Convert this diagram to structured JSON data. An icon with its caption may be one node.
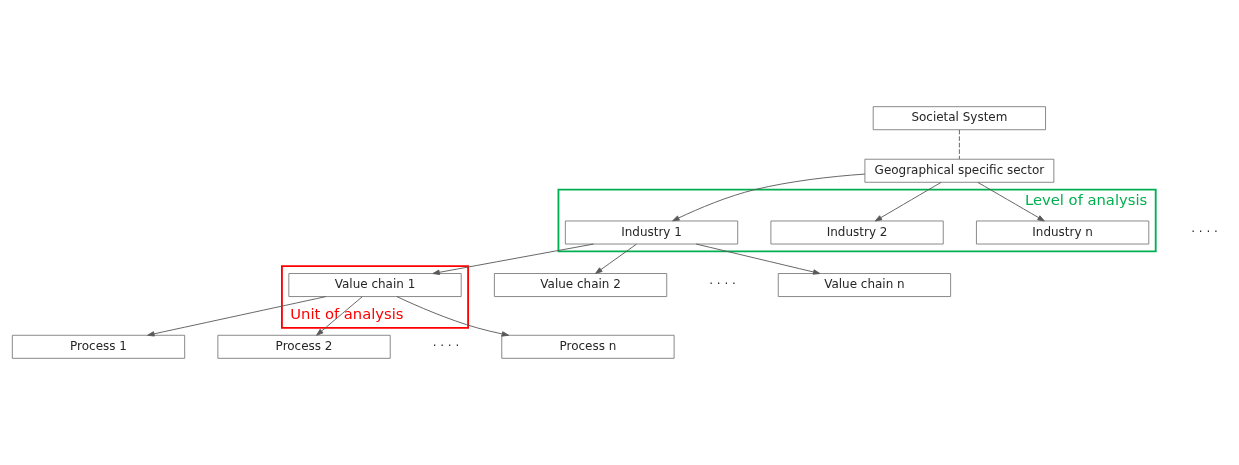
{
  "diagram": {
    "nodes": [
      {
        "text": [
          "Societal System"
        ]
      },
      {
        "text": [
          "Geographical specific sector"
        ]
      },
      {
        "text": [
          "Level of analysis"
        ]
      },
      {
        "text": [
          "Industry 1"
        ],
        "in": 2
      },
      {
        "text": [
          "Industry 2"
        ],
        "in": 2
      },
      {
        "text": [
          "Industry n"
        ],
        "in": 2
      },
      {
        "text": [
          "Unit of analysis"
        ]
      },
      {
        "text": [
          "Value chain 1"
        ],
        "in": 6
      },
      {
        "text": [
          "Value chain 2"
        ]
      },
      {
        "text": [
          "Value chain n"
        ]
      },
      {
        "text": [
          "Process 1"
        ]
      },
      {
        "text": [
          "Process 2"
        ]
      },
      {
        "text": [
          "Process n"
        ]
      }
    ],
    "edges": [
      {
        "from": 0,
        "to": 1,
        "arrow": "none",
        "style": "dashed"
      },
      {
        "from": 1,
        "to": 3,
        "arrow": "to"
      },
      {
        "from": 1,
        "to": 4,
        "arrow": "to"
      },
      {
        "from": 1,
        "to": 5,
        "arrow": "to"
      },
      {
        "from": 3,
        "to": 7,
        "arrow": "to"
      },
      {
        "from": 3,
        "to": 8,
        "arrow": "to"
      },
      {
        "from": 3,
        "to": 9,
        "arrow": "to"
      },
      {
        "from": 7,
        "to": 10,
        "arrow": "to"
      },
      {
        "from": 7,
        "to": 11,
        "arrow": "to"
      },
      {
        "from": 7,
        "to": 12,
        "arrow": "to"
      }
    ],
    "labels": [
      "· · · ·",
      "· · · ·",
      "· · · ·"
    ]
  }
}
